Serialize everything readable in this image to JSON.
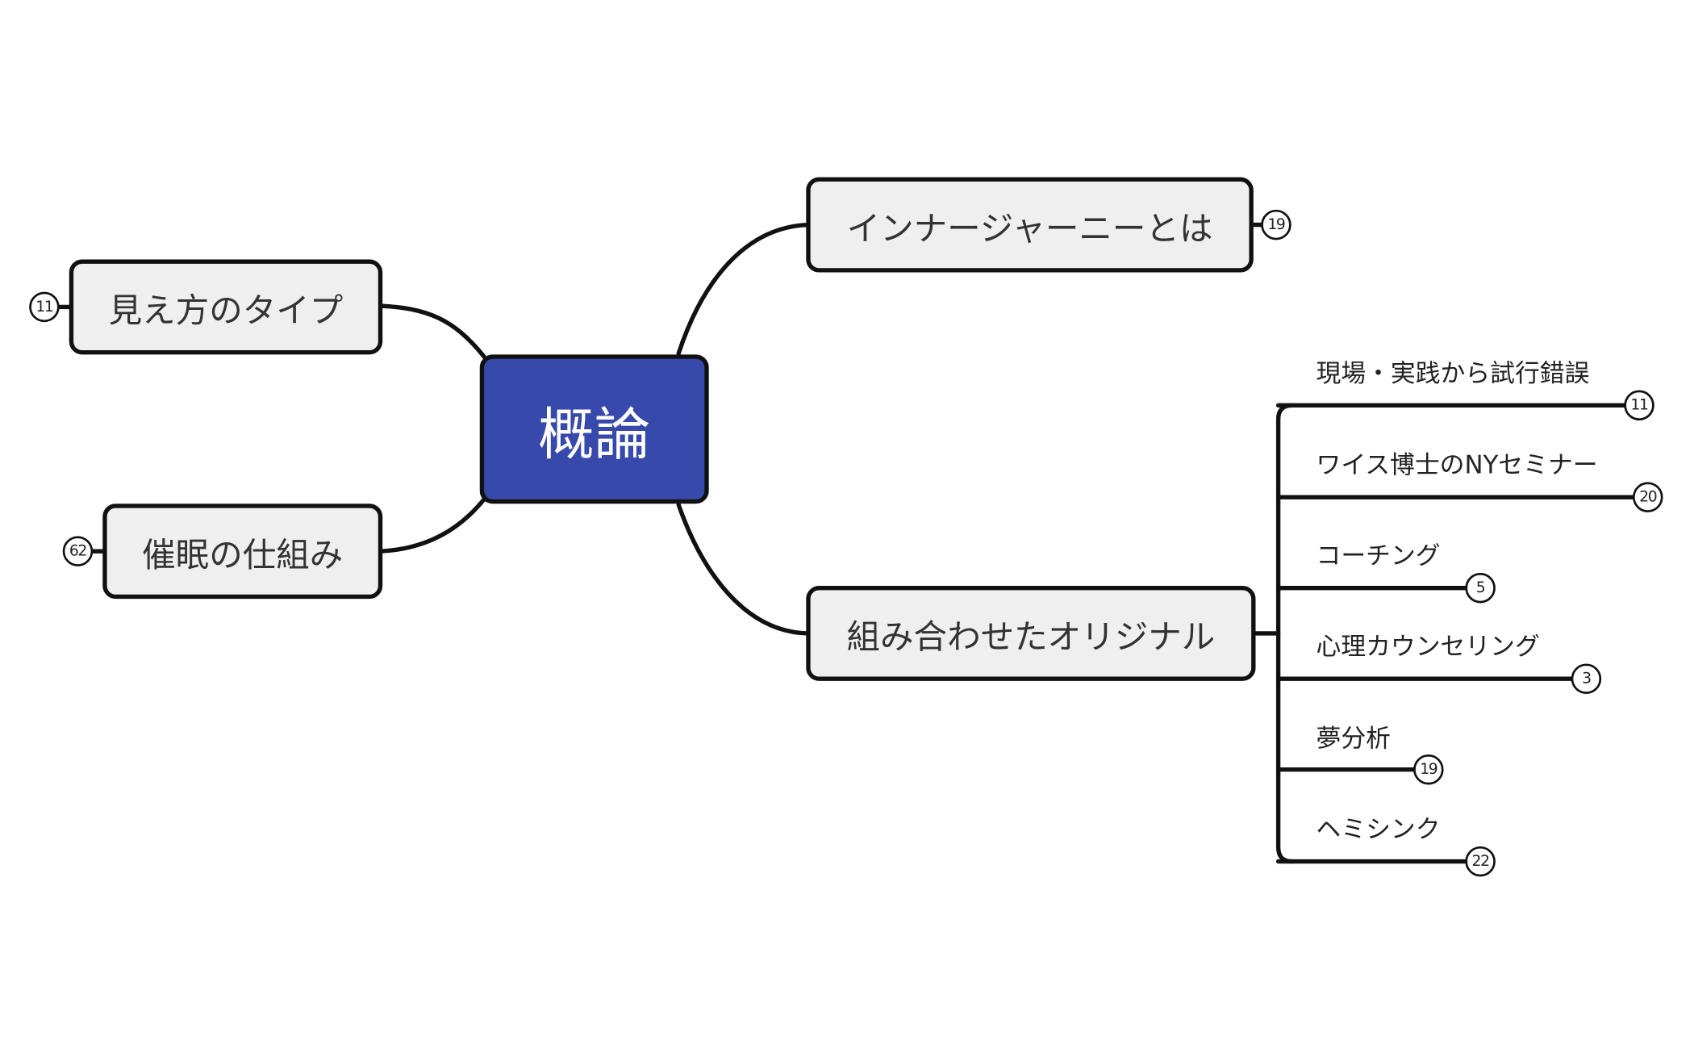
{
  "mindmap": {
    "center": {
      "label": "概論",
      "color": "#3749aa"
    },
    "left_branches": [
      {
        "label": "見え方のタイプ",
        "count": "11"
      },
      {
        "label": "催眠の仕組み",
        "count": "62"
      }
    ],
    "right_branches": [
      {
        "label": "インナージャーニーとは",
        "count": "19"
      },
      {
        "label": "組み合わせたオリジナル"
      }
    ],
    "subtopics": [
      {
        "label": "現場・実践から試行錯誤",
        "count": "11"
      },
      {
        "label": "ワイス博士のNYセミナー",
        "count": "20"
      },
      {
        "label": "コーチング",
        "count": "5"
      },
      {
        "label": "心理カウンセリング",
        "count": "3"
      },
      {
        "label": "夢分析",
        "count": "19"
      },
      {
        "label": "ヘミシンク",
        "count": "22"
      }
    ]
  },
  "colors": {
    "line": "#111111",
    "node_fill": "#efefef"
  }
}
